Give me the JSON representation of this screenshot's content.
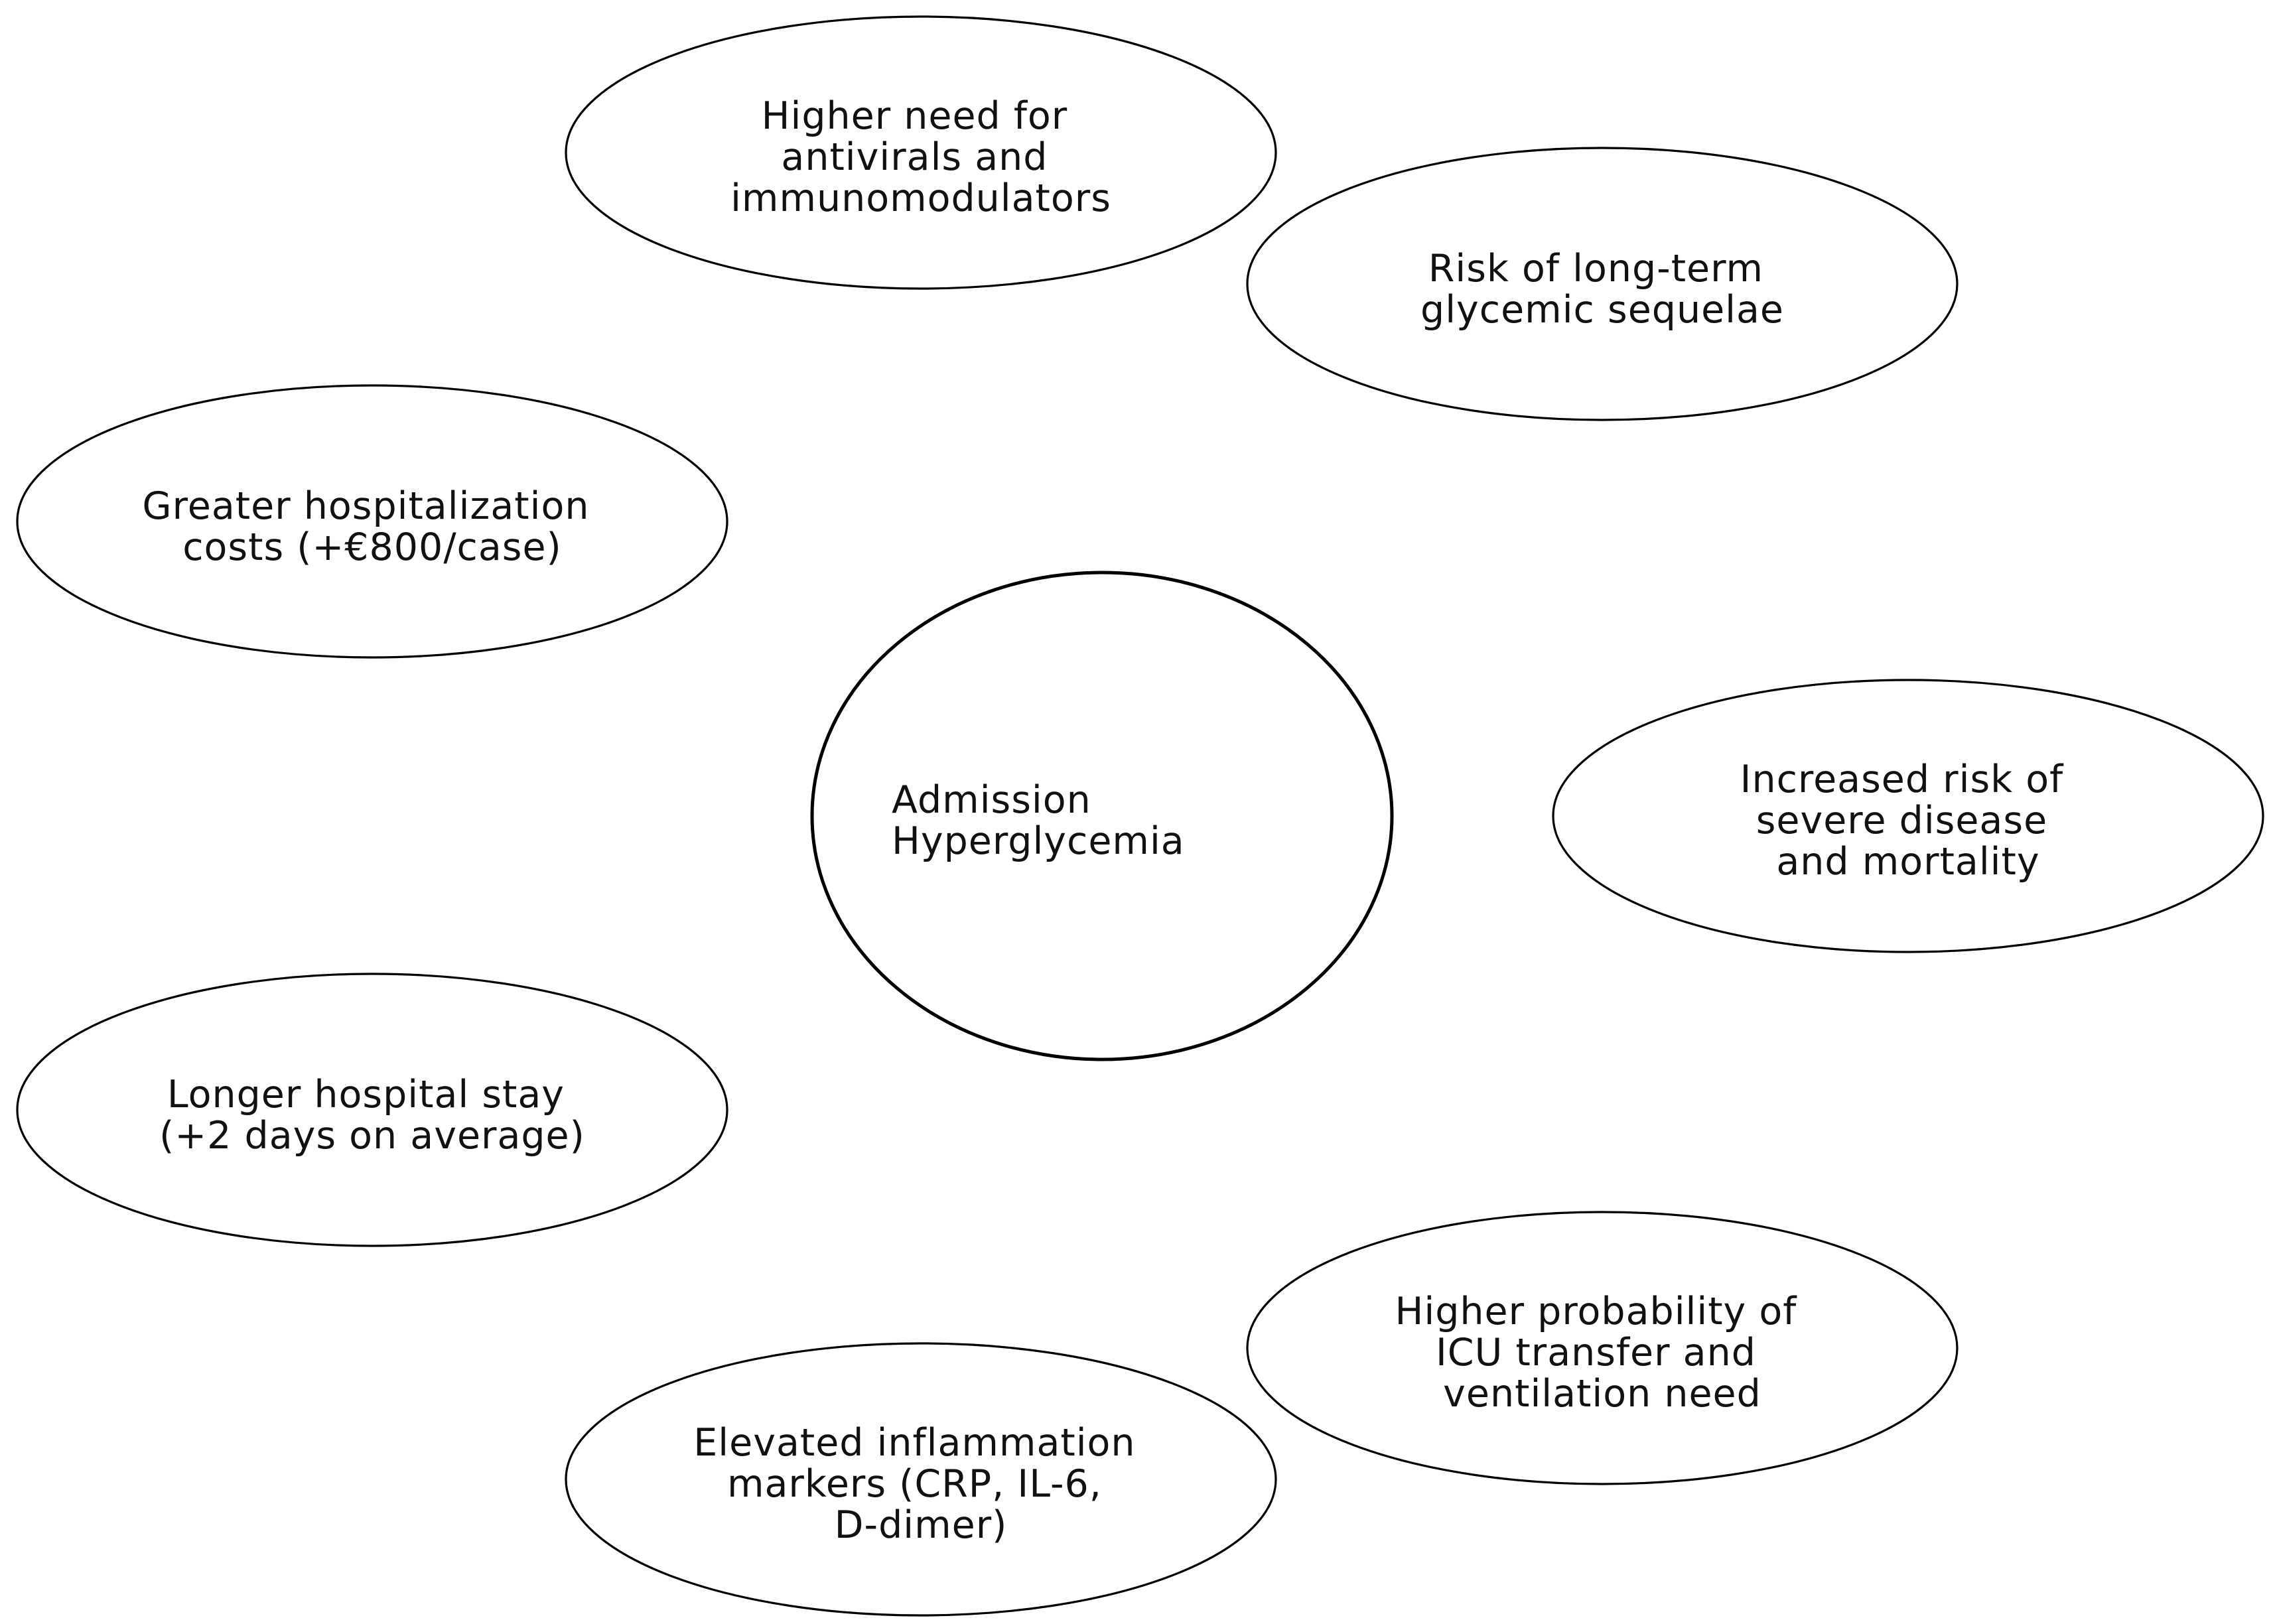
{
  "center": {
    "lines": [
      "Admission",
      "Hyperglycemia"
    ]
  },
  "nodes": [
    {
      "id": "antivirals",
      "lines": [
        "Higher need for",
        "antivirals and",
        "immunomodulators"
      ]
    },
    {
      "id": "glycemic-sequelae",
      "lines": [
        "Risk of long-term",
        "glycemic sequelae"
      ]
    },
    {
      "id": "hospitalization-costs",
      "lines": [
        "Greater hospitalization",
        "costs (+€800/case)"
      ]
    },
    {
      "id": "severe-disease",
      "lines": [
        "Increased risk of",
        "severe disease",
        "and mortality"
      ]
    },
    {
      "id": "hospital-stay",
      "lines": [
        "Longer hospital stay",
        "(+2 days on average)"
      ]
    },
    {
      "id": "icu-transfer",
      "lines": [
        "Higher probability of",
        "ICU transfer and",
        "ventilation need"
      ]
    },
    {
      "id": "inflammation-markers",
      "lines": [
        "Elevated inflammation",
        "markers (CRP, IL-6,",
        "D-dimer)"
      ]
    }
  ]
}
